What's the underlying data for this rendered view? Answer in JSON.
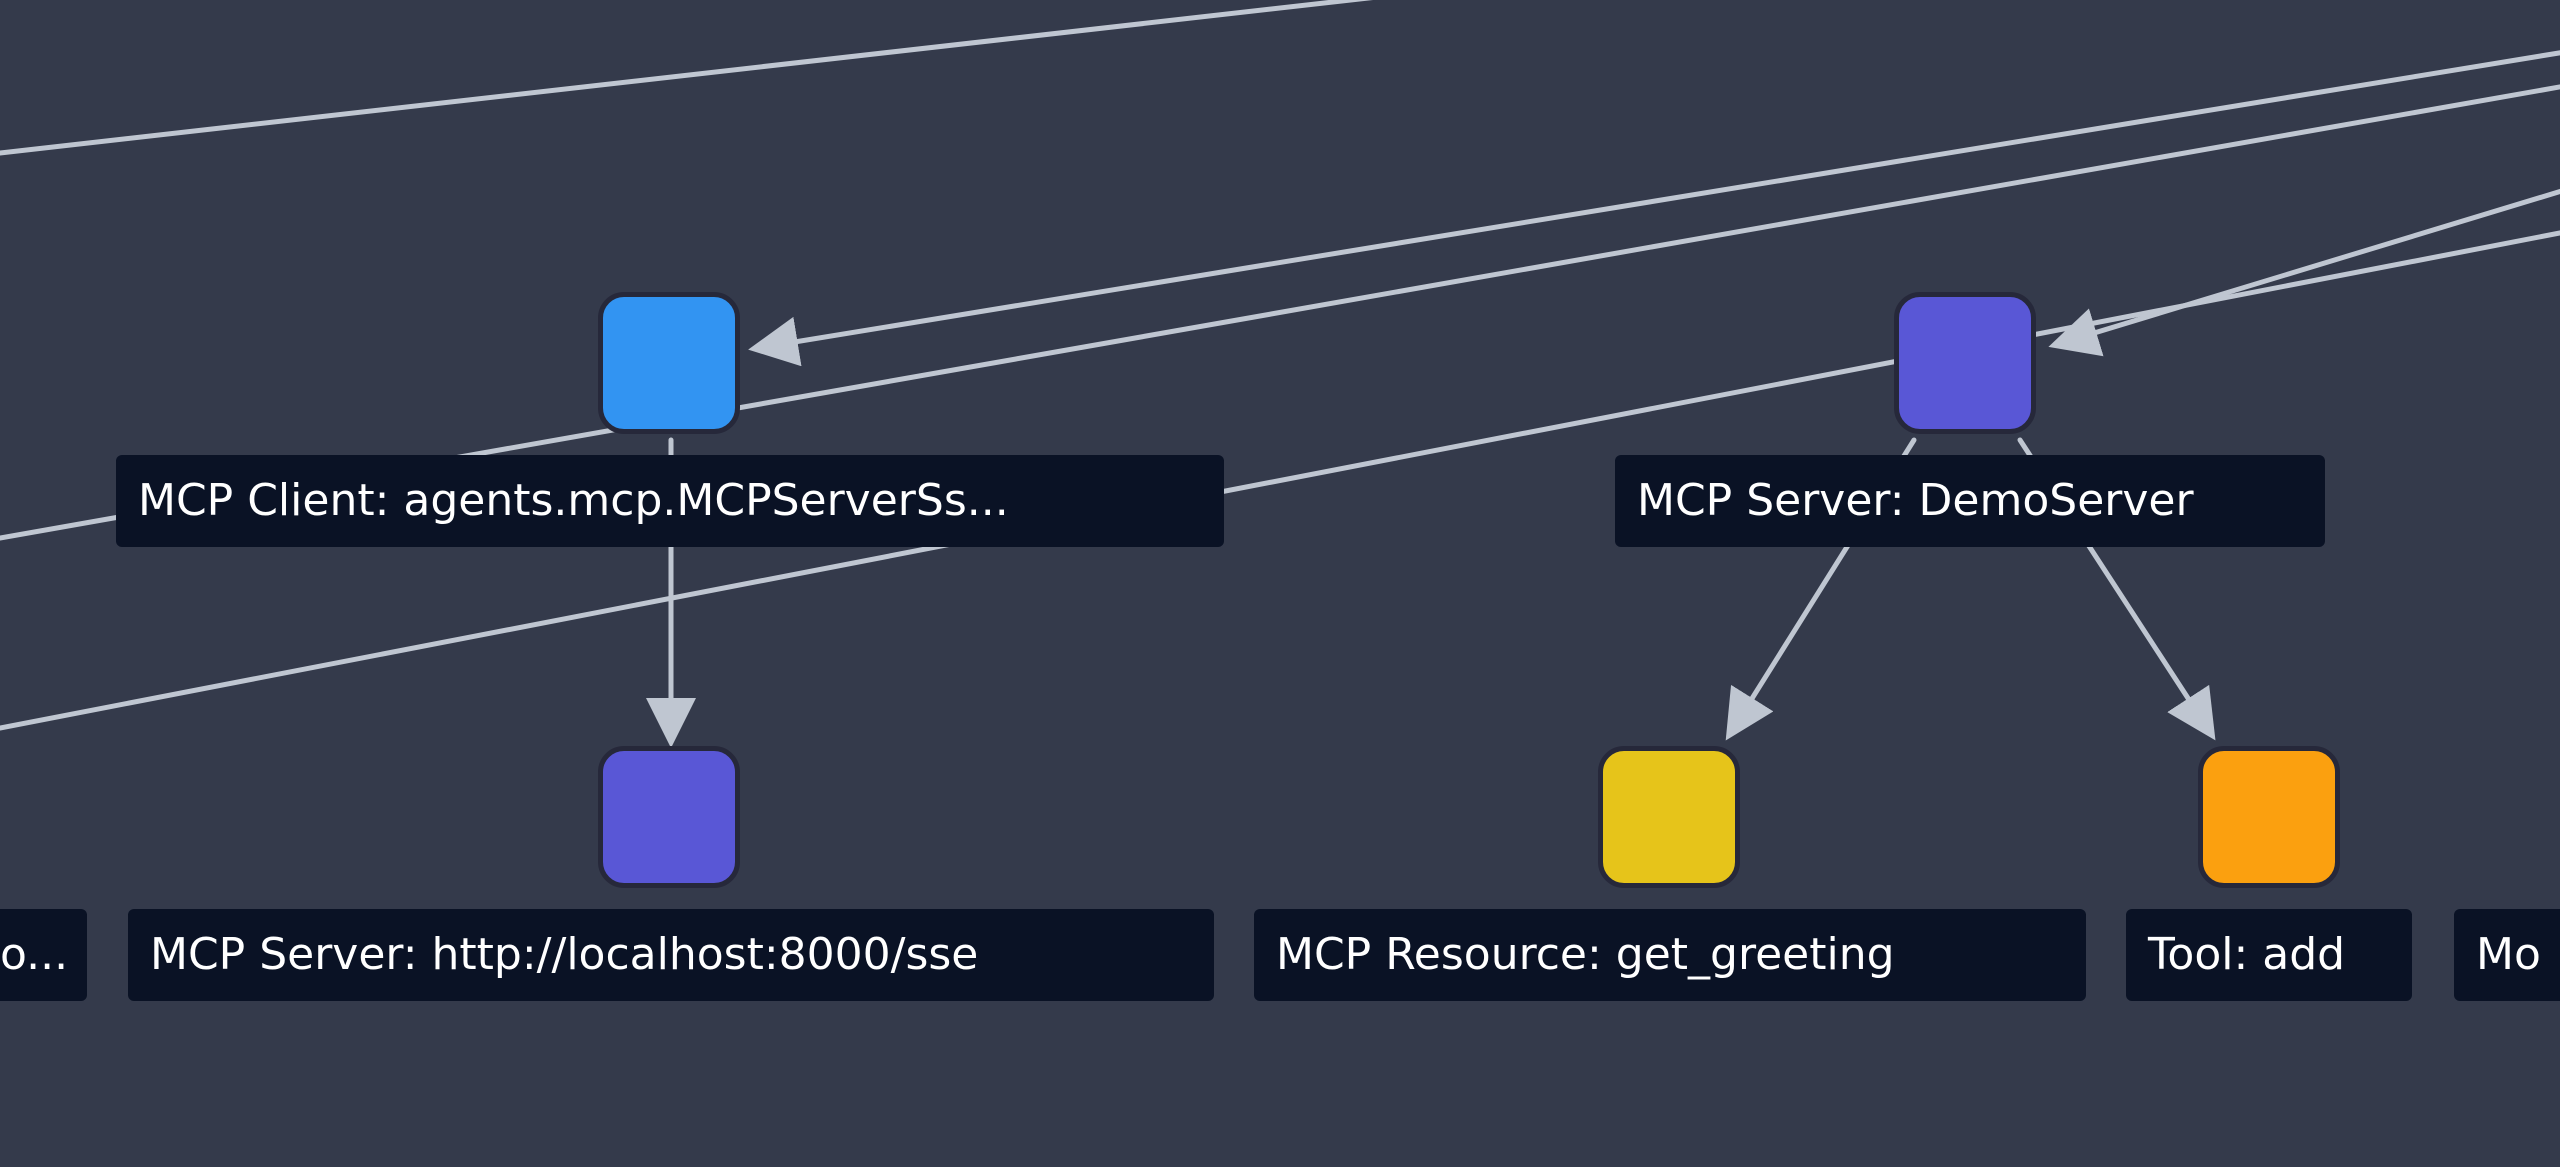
{
  "colors": {
    "background": "#343a4b",
    "edge": "#bfc6d1",
    "label_bg": "#0a1225",
    "label_text": "#ffffff",
    "node_border": "#26283a"
  },
  "nodes": [
    {
      "id": "mcp_client",
      "label": "MCP Client: agents.mcp.MCPServerSs...",
      "color": "#3294f2"
    },
    {
      "id": "mcp_server_demo",
      "label": "MCP Server: DemoServer",
      "color": "#5957d6"
    },
    {
      "id": "mcp_server_localhost",
      "label": "MCP Server: http://localhost:8000/sse",
      "color": "#5957d6"
    },
    {
      "id": "mcp_resource_get_greeting",
      "label": "MCP Resource: get_greeting",
      "color": "#e6c41a"
    },
    {
      "id": "tool_add",
      "label": "Tool: add",
      "color": "#fba00f"
    },
    {
      "id": "partial_left",
      "label": "o..."
    },
    {
      "id": "partial_right",
      "label": "Mo"
    }
  ]
}
